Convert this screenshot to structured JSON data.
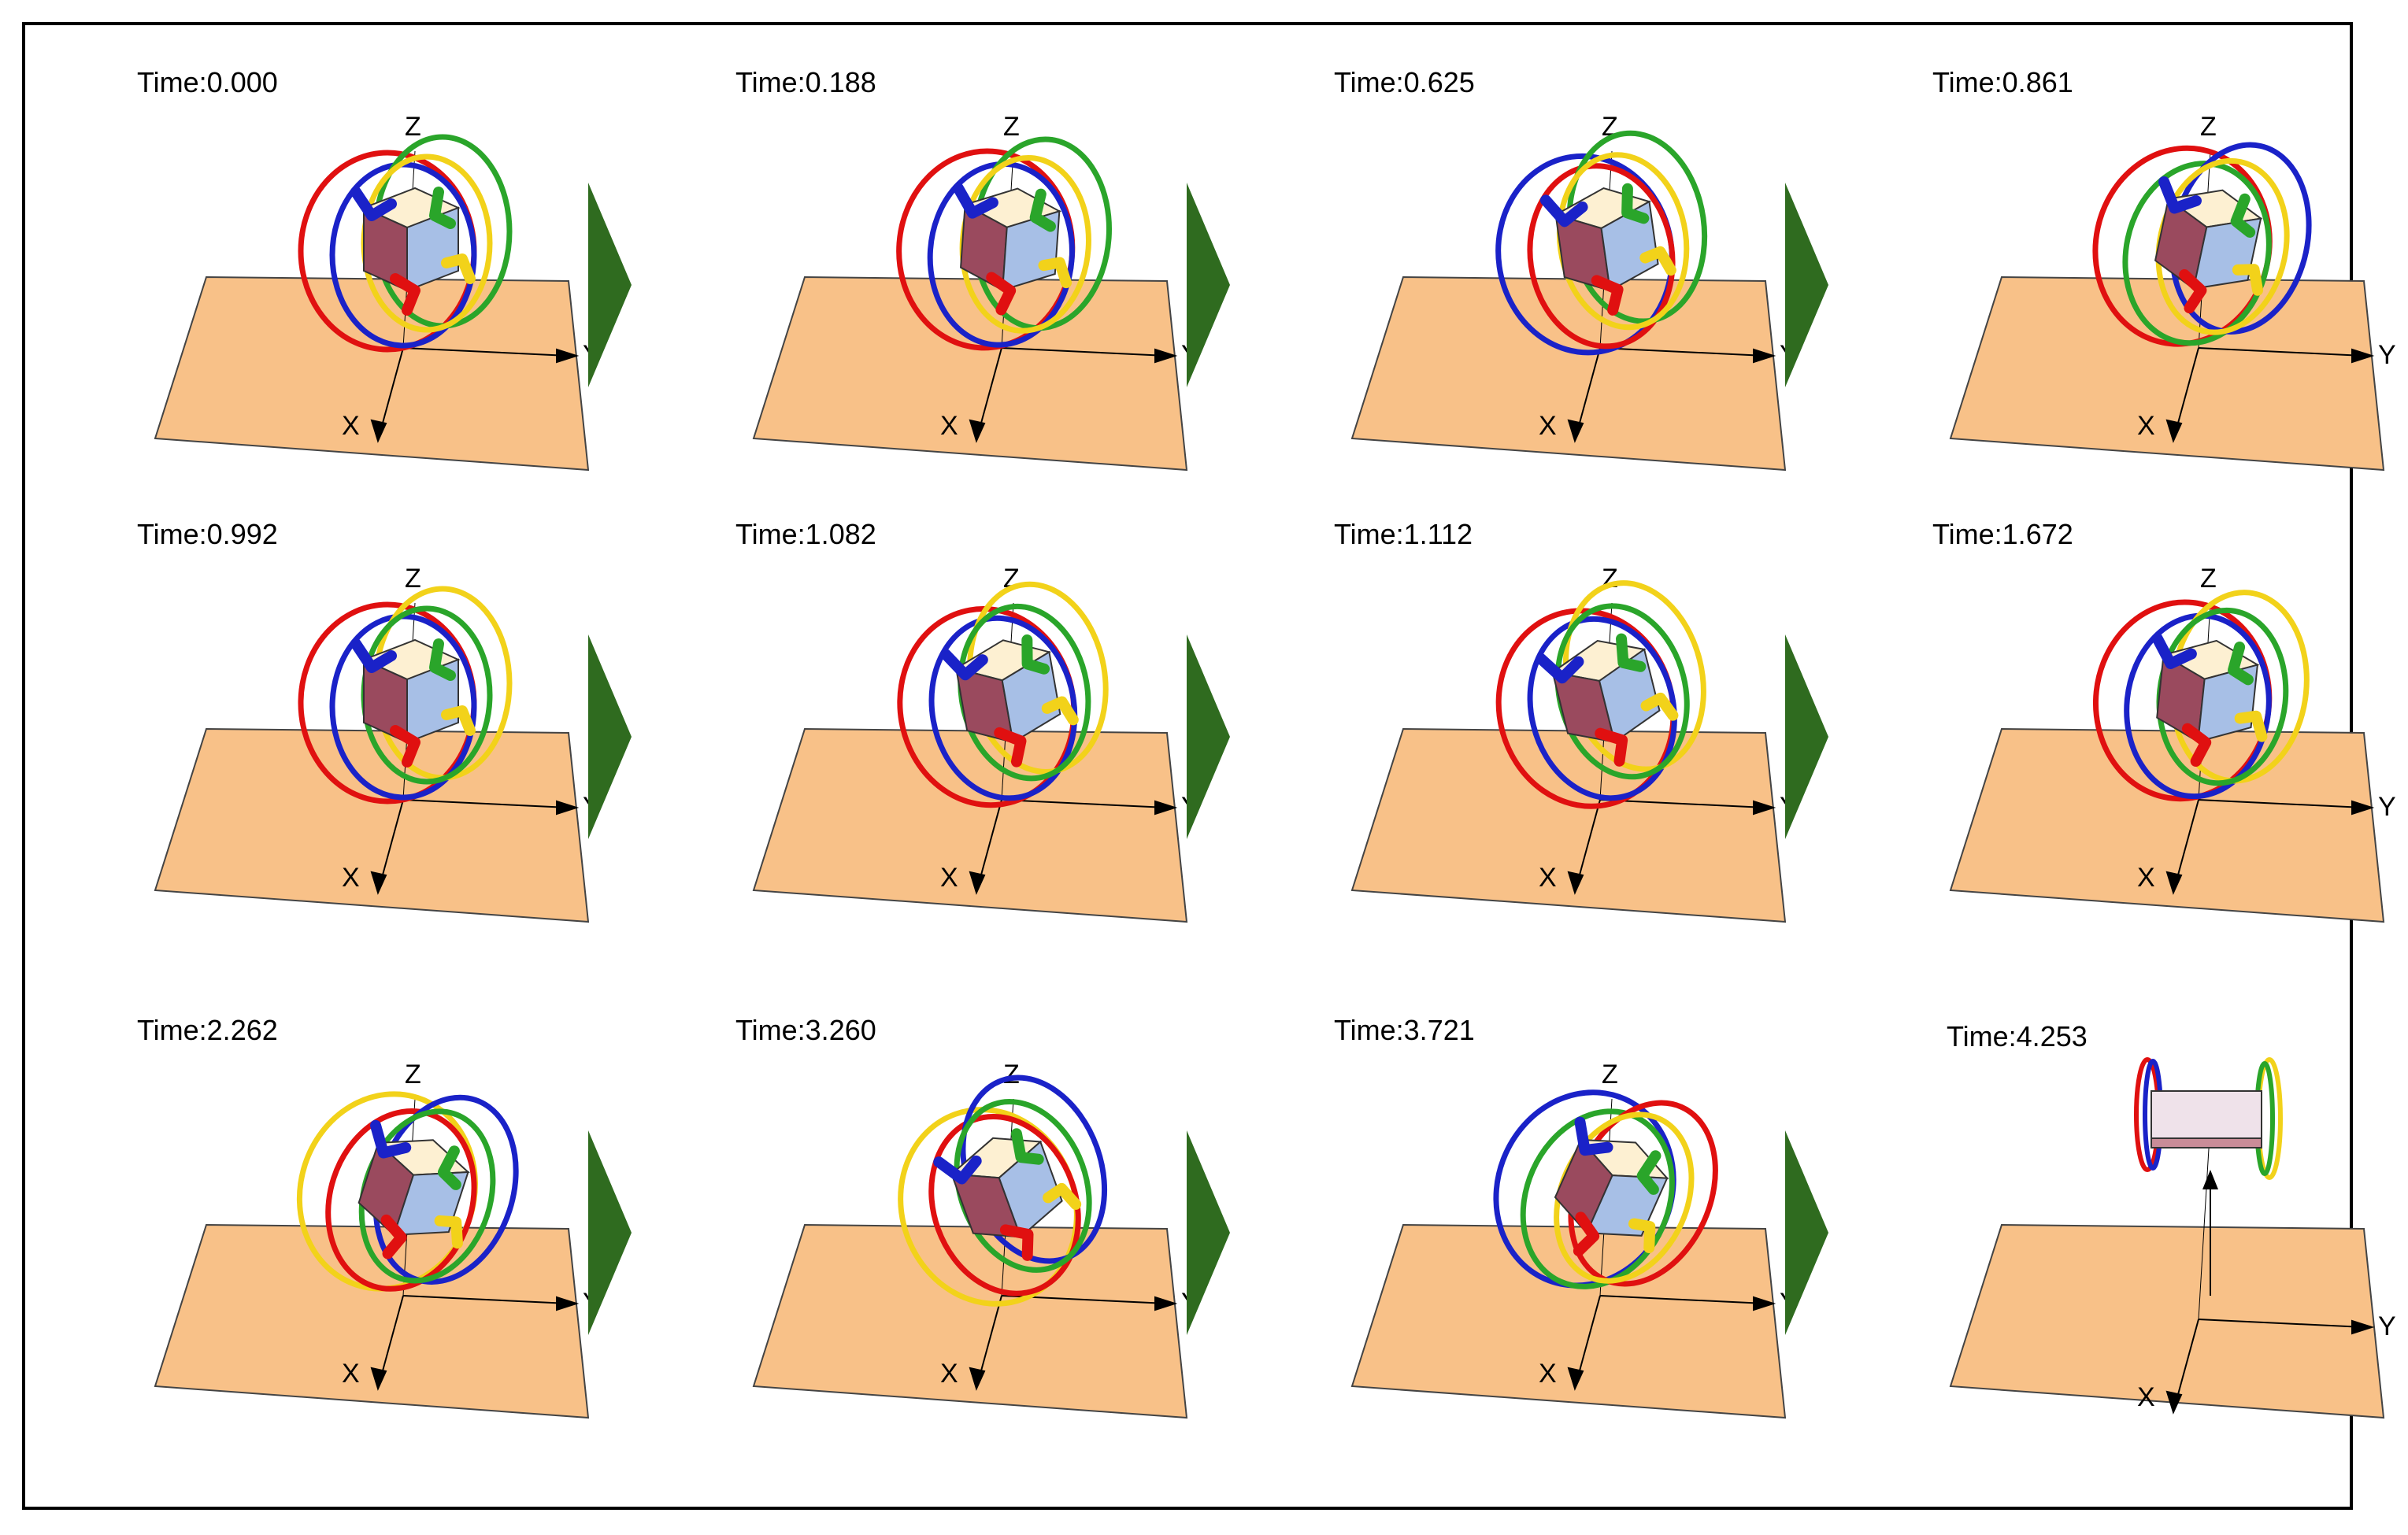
{
  "figure": {
    "panels": [
      {
        "time": "Time:0.000"
      },
      {
        "time": "Time:0.188"
      },
      {
        "time": "Time:0.625"
      },
      {
        "time": "Time:0.861"
      },
      {
        "time": "Time:0.992"
      },
      {
        "time": "Time:1.082"
      },
      {
        "time": "Time:1.112"
      },
      {
        "time": "Time:1.672"
      },
      {
        "time": "Time:2.262"
      },
      {
        "time": "Time:3.260"
      },
      {
        "time": "Time:3.721"
      },
      {
        "time": "Time:4.253"
      }
    ],
    "axis_labels": {
      "x": "X",
      "y": "Y",
      "z": "Z"
    },
    "colors": {
      "plane": "#f8c188",
      "arrow": "#2f6b1f",
      "ring_red": "#e01010",
      "ring_blue": "#1a22c8",
      "ring_green": "#2aa52a",
      "ring_yellow": "#f2d21a",
      "cube_front": "#9a4a5e",
      "cube_top": "#fdf0d2",
      "cube_side": "#a7bfe6"
    }
  }
}
